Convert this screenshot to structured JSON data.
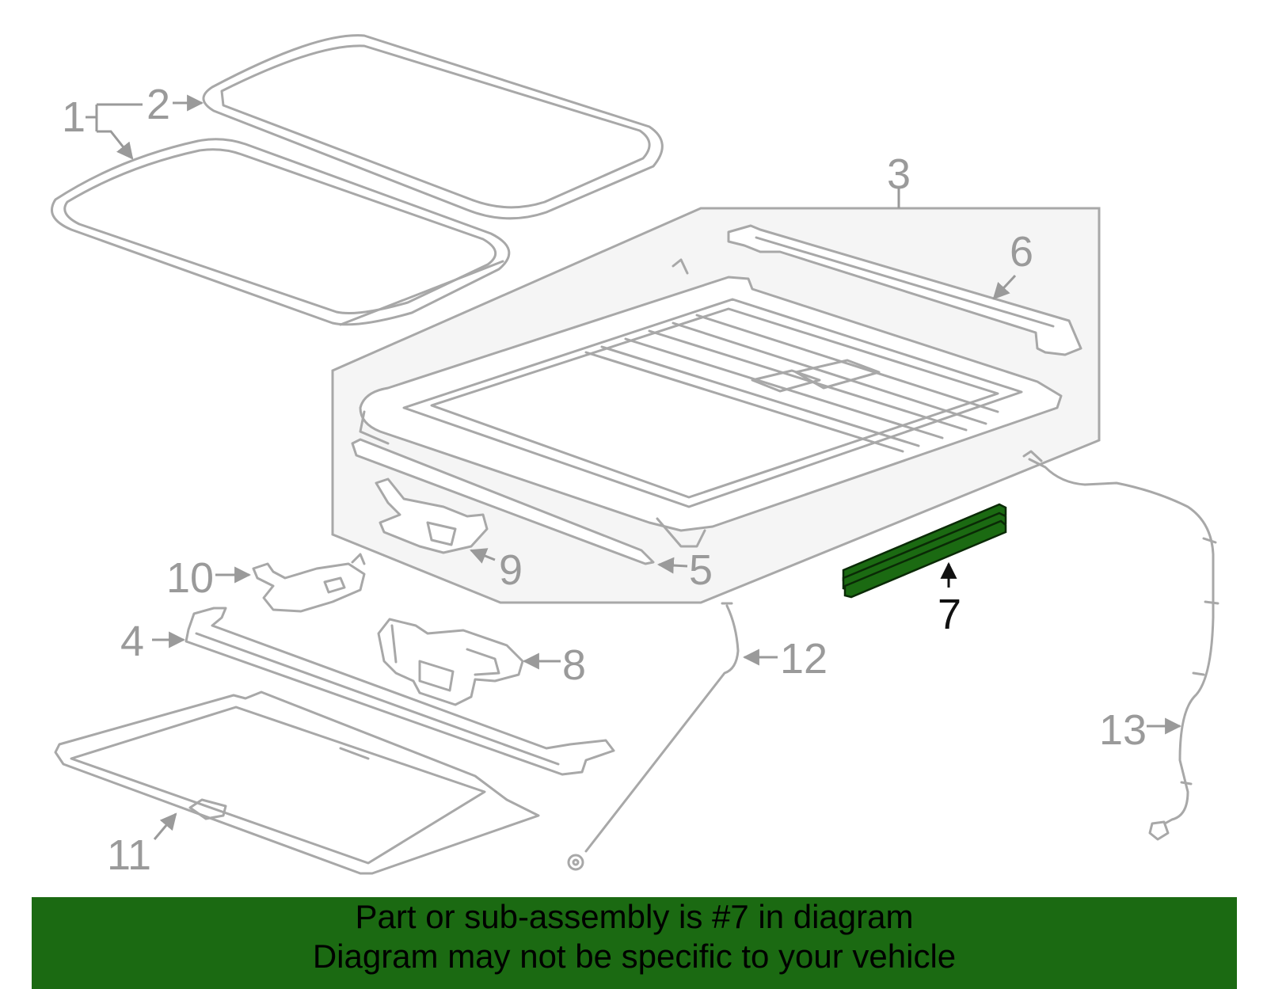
{
  "callouts": [
    "1",
    "2",
    "3",
    "4",
    "5",
    "6",
    "7",
    "8",
    "9",
    "10",
    "11",
    "12",
    "13"
  ],
  "highlighted_part": "7",
  "colors": {
    "highlight": "#1b6a12",
    "line": "#a8a8a8",
    "box_fill": "#f5f5f5"
  },
  "banner": {
    "line1": "Part or sub-assembly is #7 in diagram",
    "line2": "Diagram may not be specific to your vehicle"
  }
}
